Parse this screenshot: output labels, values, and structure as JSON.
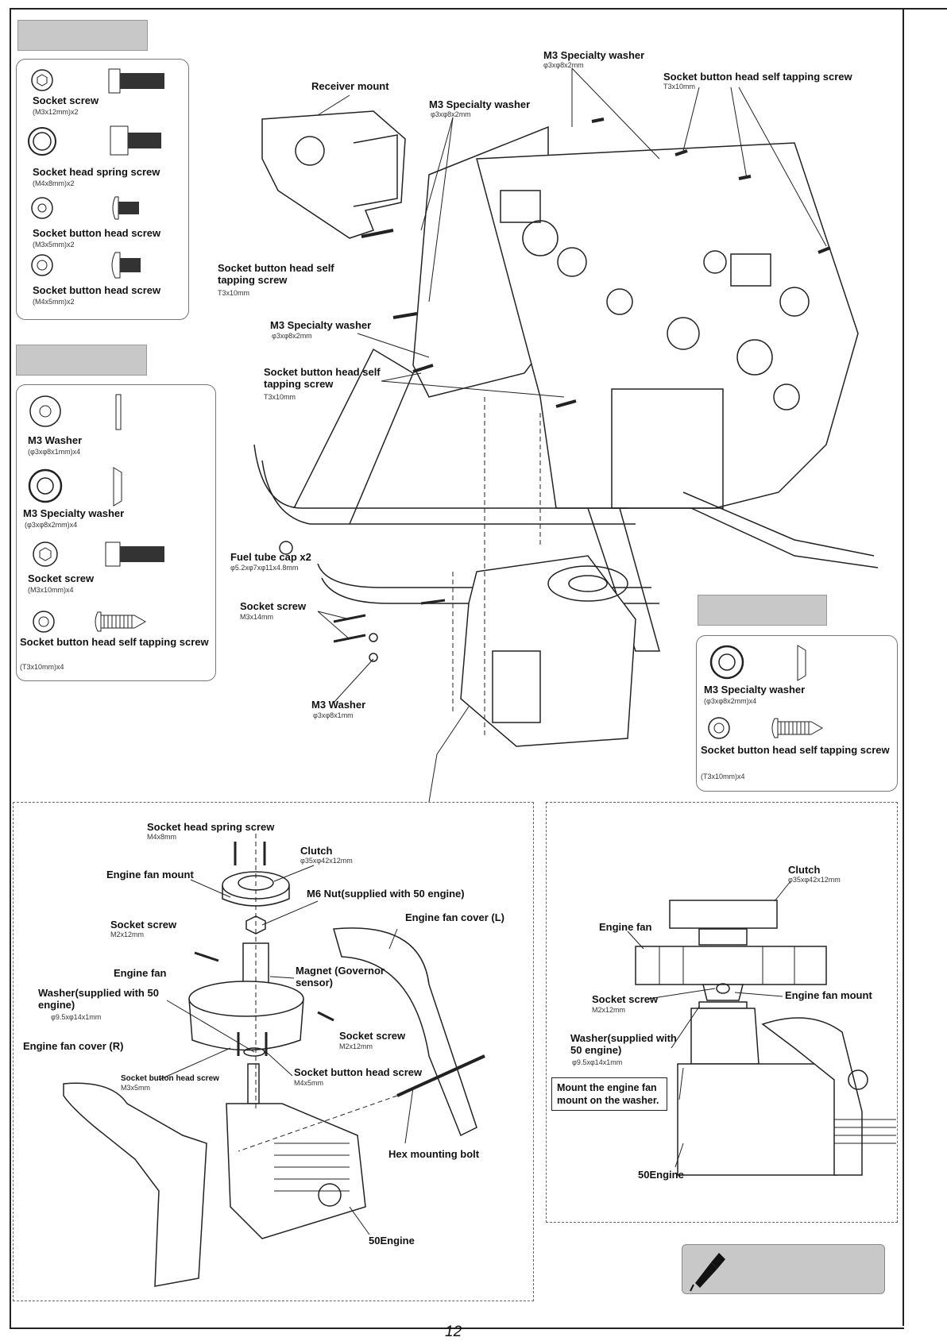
{
  "page_number": "12",
  "kit_box_1": {
    "items": [
      {
        "name": "Socket screw",
        "spec": "(M3x12mm)x2"
      },
      {
        "name": "Socket head spring screw",
        "spec": "(M4x8mm)x2"
      },
      {
        "name": "Socket button head screw",
        "spec": "(M3x5mm)x2"
      },
      {
        "name": "Socket button head screw",
        "spec": "(M4x5mm)x2"
      }
    ]
  },
  "kit_box_2": {
    "items": [
      {
        "name": "M3 Washer",
        "spec": "(φ3xφ8x1mm)x4"
      },
      {
        "name": "M3 Specialty washer",
        "spec": "(φ3xφ8x2mm)x4"
      },
      {
        "name": "Socket screw",
        "spec": "(M3x10mm)x4"
      },
      {
        "name": "Socket button head self tapping screw",
        "spec": "(T3x10mm)x4"
      }
    ]
  },
  "kit_box_3": {
    "items": [
      {
        "name": "M3 Specialty washer",
        "spec": "(φ3xφ8x2mm)x4"
      },
      {
        "name": "Socket button head self tapping screw",
        "spec": "(T3x10mm)x4"
      }
    ]
  },
  "main_callouts": {
    "m3_washer_top": {
      "name": "M3 Specialty washer",
      "spec": "φ3xφ8x2mm"
    },
    "self_tap_top": {
      "name": "Socket button head self tapping screw",
      "spec": "T3x10mm"
    },
    "receiver_mount": {
      "name": "Receiver mount"
    },
    "m3_washer_mid": {
      "name": "M3 Specialty washer",
      "spec": "φ3xφ8x2mm"
    },
    "self_tap_left": {
      "name": "Socket button head self tapping screw",
      "spec": "T3x10mm"
    },
    "m3_washer_low": {
      "name": "M3 Specialty washer",
      "spec": "φ3xφ8x2mm"
    },
    "self_tap_low": {
      "name": "Socket button head self tapping screw",
      "spec": "T3x10mm"
    },
    "fuel_cap": {
      "name": "Fuel tube cap x2",
      "spec": "φ5.2xφ7xφ11x4.8mm"
    },
    "socket_screw": {
      "name": "Socket screw",
      "spec": "M3x14mm"
    },
    "m3_washer": {
      "name": "M3 Washer",
      "spec": "φ3xφ8x1mm"
    }
  },
  "detail_left": {
    "spring_screw": {
      "name": "Socket head spring screw",
      "spec": "M4x8mm"
    },
    "clutch": {
      "name": "Clutch",
      "spec": "φ35xφ42x12mm"
    },
    "fan_mount": {
      "name": "Engine fan mount"
    },
    "m6_nut": {
      "name": "M6 Nut(supplied with 50 engine)"
    },
    "fan_cover_l": {
      "name": "Engine fan cover (L)"
    },
    "socket_screw_a": {
      "name": "Socket screw",
      "spec": "M2x12mm"
    },
    "engine_fan": {
      "name": "Engine fan"
    },
    "magnet": {
      "name": "Magnet (Governor sensor)"
    },
    "washer": {
      "name": "Washer(supplied with 50 engine)",
      "spec": "φ9.5xφ14x1mm"
    },
    "socket_screw_b": {
      "name": "Socket screw",
      "spec": "M2x12mm"
    },
    "fan_cover_r": {
      "name": "Engine fan cover (R)"
    },
    "bh_screw_small": {
      "name": "Socket button head screw",
      "spec": "M3x5mm"
    },
    "bh_screw": {
      "name": "Socket button head screw",
      "spec": "M4x5mm"
    },
    "hex_bolt": {
      "name": "Hex mounting bolt"
    },
    "engine": {
      "name": "50Engine"
    }
  },
  "detail_right": {
    "clutch": {
      "name": "Clutch",
      "spec": "φ35xφ42x12mm"
    },
    "engine_fan": {
      "name": "Engine fan"
    },
    "socket_screw": {
      "name": "Socket screw",
      "spec": "M2x12mm"
    },
    "fan_mount": {
      "name": "Engine fan mount"
    },
    "washer": {
      "name": "Washer(supplied with 50 engine)",
      "spec": "φ9.5xφ14x1mm"
    },
    "note": "Mount the engine fan mount on the washer.",
    "engine": {
      "name": "50Engine"
    }
  }
}
